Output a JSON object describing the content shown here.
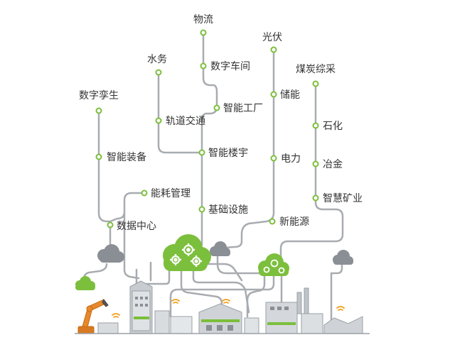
{
  "colors": {
    "line": "#a8acb0",
    "node": "#7bbf3c",
    "green": "#7bbf3c",
    "grey_cloud": "#8a8f95",
    "text": "#333333",
    "wifi": "#f0a020"
  },
  "labels": {
    "digital_twin": "数字孪生",
    "water": "水务",
    "logistics": "物流",
    "photovoltaic": "光伏",
    "coal_mining": "煤炭综采",
    "digital_workshop": "数字车间",
    "storage": "储能",
    "rail_transit": "轨道交通",
    "smart_factory": "智能工厂",
    "petrochemical": "石化",
    "smart_equipment": "智能装备",
    "smart_building": "智能楼宇",
    "power": "电力",
    "metallurgy": "冶金",
    "energy_management": "能耗管理",
    "smart_mining": "智慧矿业",
    "infrastructure": "基础设施",
    "data_center": "数据中心",
    "new_energy": "新能源"
  },
  "icons": {
    "cloud": "cloud-icon",
    "gear": "gear-icon",
    "wifi": "wifi-icon",
    "robot_arm": "robot-arm-icon",
    "factory": "factory-icon"
  }
}
